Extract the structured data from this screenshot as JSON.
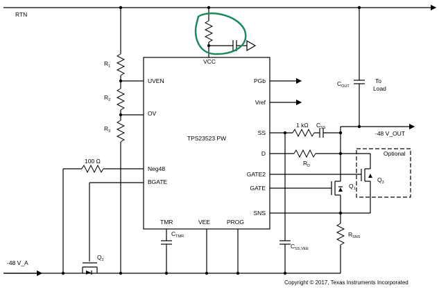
{
  "nets": {
    "rtn": "RTN",
    "neg48_in": "-48 V_A",
    "neg48_out": "-48 V_OUT"
  },
  "ic": {
    "name": "TPS23523 PW",
    "pins": {
      "vcc": "VCC",
      "uven": "UVEN",
      "ov": "OV",
      "neg48": "Neg48",
      "bgate": "BGATE",
      "tmr": "TMR",
      "vee": "VEE",
      "prog": "PROG",
      "pgb": "PGb",
      "vref": "Vref",
      "ss": "SS",
      "d": "D",
      "gate2": "GATE2",
      "gate": "GATE",
      "sns": "SNS"
    }
  },
  "components": {
    "r1": {
      "main": "R",
      "sub": "1"
    },
    "r2": {
      "main": "R",
      "sub": "2"
    },
    "r3": {
      "main": "R",
      "sub": "3"
    },
    "r100": "100 Ω",
    "r1k": "1 kΩ",
    "css": {
      "main": "C",
      "sub": "SS"
    },
    "rd": {
      "main": "R",
      "sub": "D"
    },
    "cout": {
      "main": "C",
      "sub": "OUT"
    },
    "ctmr": {
      "main": "C",
      "sub": "TMR"
    },
    "cssvee": {
      "main": "C",
      "sub": "SS,VEE"
    },
    "rsns": {
      "main": "R",
      "sub": "SNS"
    },
    "q1": {
      "main": "Q",
      "sub": "1"
    },
    "q2": {
      "main": "Q",
      "sub": "2"
    },
    "q3": {
      "main": "Q",
      "sub": "3"
    }
  },
  "to_load": [
    "To",
    "Load"
  ],
  "optional": "Optional",
  "copyright": "Copyright © 2017, Texas Instruments Incorporated",
  "colors": {
    "highlight": "#1a8a5a",
    "wire": "#000000"
  }
}
